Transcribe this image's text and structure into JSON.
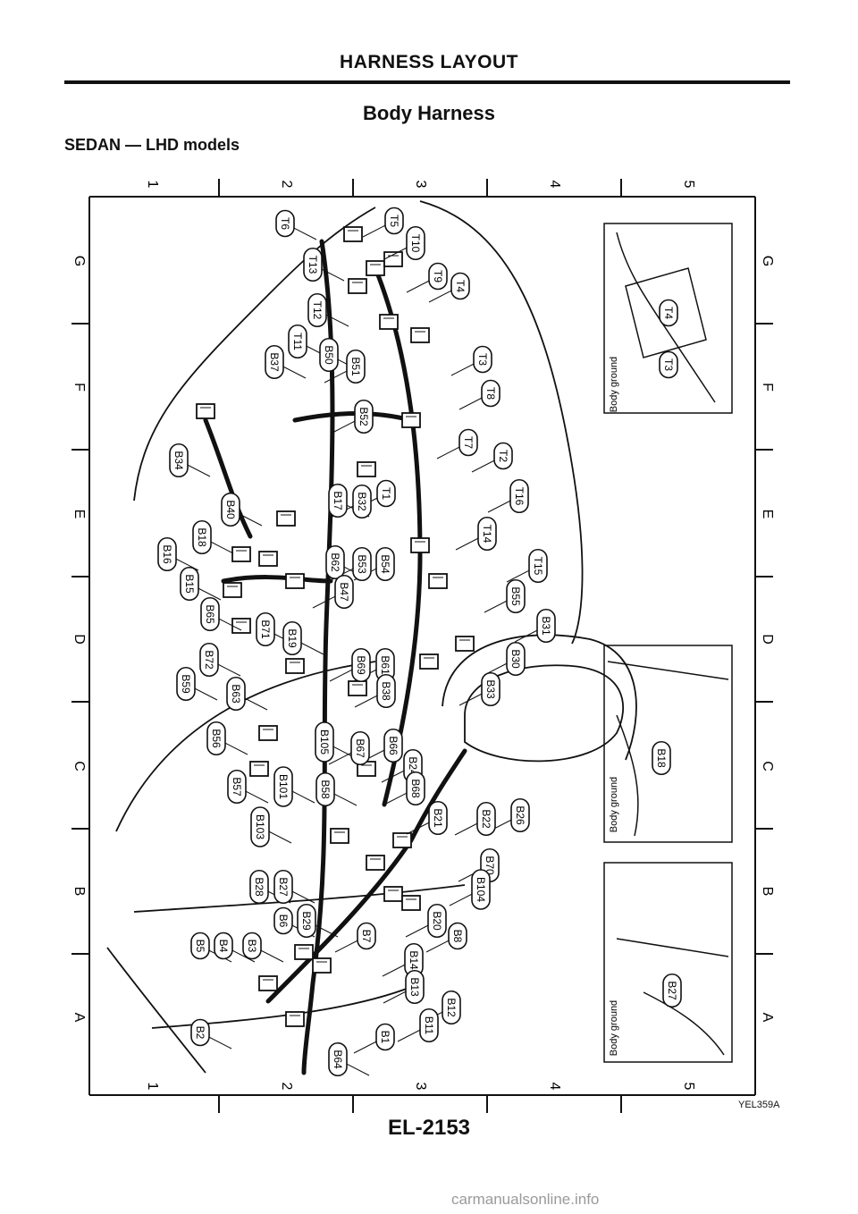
{
  "header": {
    "title": "HARNESS LAYOUT",
    "section": "Body Harness",
    "model": "SEDAN — LHD models"
  },
  "footer": {
    "page_number": "EL-2153",
    "figure_code": "YEL359A",
    "watermark": "carmanualsonline.info"
  },
  "grid": {
    "columns": [
      "1",
      "2",
      "3",
      "4",
      "5"
    ],
    "rows": [
      "G",
      "F",
      "E",
      "D",
      "C",
      "B",
      "A"
    ]
  },
  "insets": {
    "ground_label": "Body ground",
    "top": [
      "T4",
      "T3"
    ],
    "middle": [
      "B18"
    ],
    "bottom": [
      "B27"
    ]
  },
  "connectors": [
    "T6",
    "T5",
    "T10",
    "T13",
    "T9",
    "T4",
    "T12",
    "T11",
    "B37",
    "B50",
    "B51",
    "T3",
    "T8",
    "B52",
    "B34",
    "T7",
    "T2",
    "B40",
    "B17",
    "B32",
    "T1",
    "T16",
    "B18",
    "B16",
    "B62",
    "B53",
    "B54",
    "T14",
    "B15",
    "B47",
    "T15",
    "B65",
    "B55",
    "B71",
    "B19",
    "B31",
    "B72",
    "B69",
    "B61",
    "B30",
    "B59",
    "B63",
    "B38",
    "B33",
    "B56",
    "B105",
    "B67",
    "B66",
    "B24",
    "B57",
    "B101",
    "B58",
    "B68",
    "B21",
    "B22",
    "B26",
    "B103",
    "B70",
    "B28",
    "B27",
    "B104",
    "B20",
    "B6",
    "B29",
    "B8",
    "B5",
    "B4",
    "B3",
    "B7",
    "B14",
    "B13",
    "B12",
    "B2",
    "B11",
    "B1",
    "B64"
  ]
}
